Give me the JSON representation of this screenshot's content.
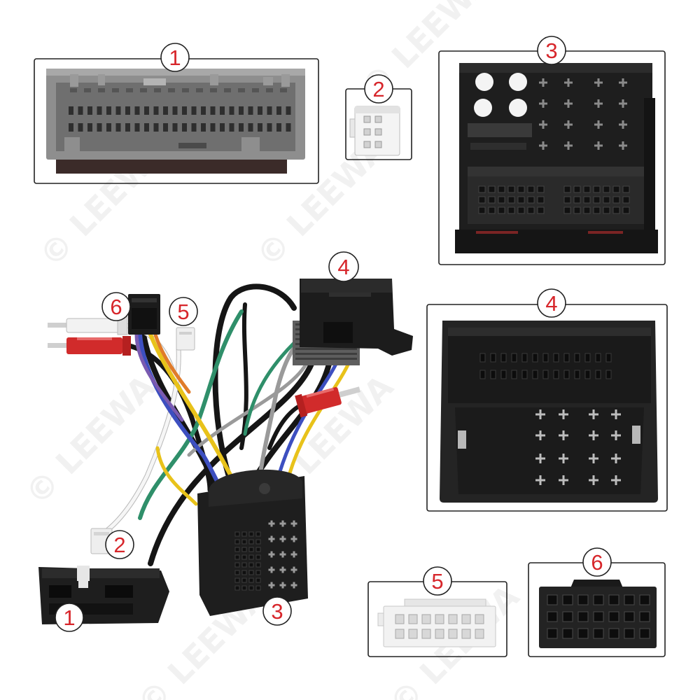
{
  "watermark": "© LEEWA",
  "colors": {
    "label_text": "#d7262b",
    "badge_outline": "#222222",
    "frame": "#222222"
  },
  "panels": {
    "connector_1": {
      "label": "1"
    },
    "connector_2": {
      "label": "2"
    },
    "connector_3": {
      "label": "3"
    },
    "connector_4": {
      "label": "4"
    },
    "connector_5": {
      "label": "5"
    },
    "connector_6": {
      "label": "6"
    }
  },
  "harness": {
    "connector_4": {
      "label": "4"
    },
    "connector_6": {
      "label": "6"
    },
    "connector_5": {
      "label": "5"
    },
    "connector_2": {
      "label": "2"
    },
    "connector_1": {
      "label": "1"
    },
    "connector_3": {
      "label": "3"
    }
  }
}
